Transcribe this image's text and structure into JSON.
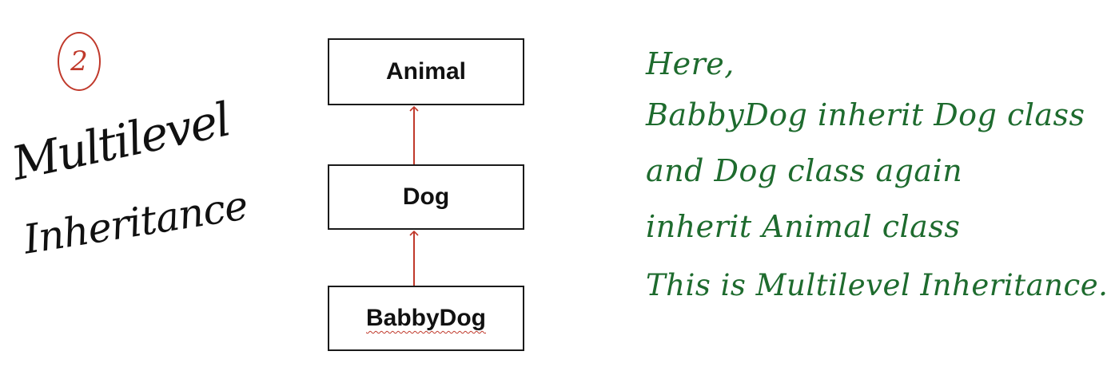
{
  "heading": {
    "number": "2",
    "title_line_1": "Multilevel",
    "title_line_2": "Inheritance"
  },
  "diagram": {
    "nodes": [
      {
        "id": "animal",
        "label": "Animal"
      },
      {
        "id": "dog",
        "label": "Dog"
      },
      {
        "id": "babbydog",
        "label": "BabbyDog"
      }
    ],
    "edges": [
      {
        "from": "dog",
        "to": "animal"
      },
      {
        "from": "babbydog",
        "to": "dog"
      }
    ],
    "colors": {
      "box_border": "#1a1a1a",
      "arrow": "#c0392b",
      "spellcheck_underline": "#c0392b"
    }
  },
  "note": {
    "lines": [
      "Here,",
      "BabbyDog inherit Dog class",
      "and Dog class again",
      "inherit Animal class",
      "This is Multilevel Inheritance."
    ],
    "color": "#1e6b2e"
  }
}
